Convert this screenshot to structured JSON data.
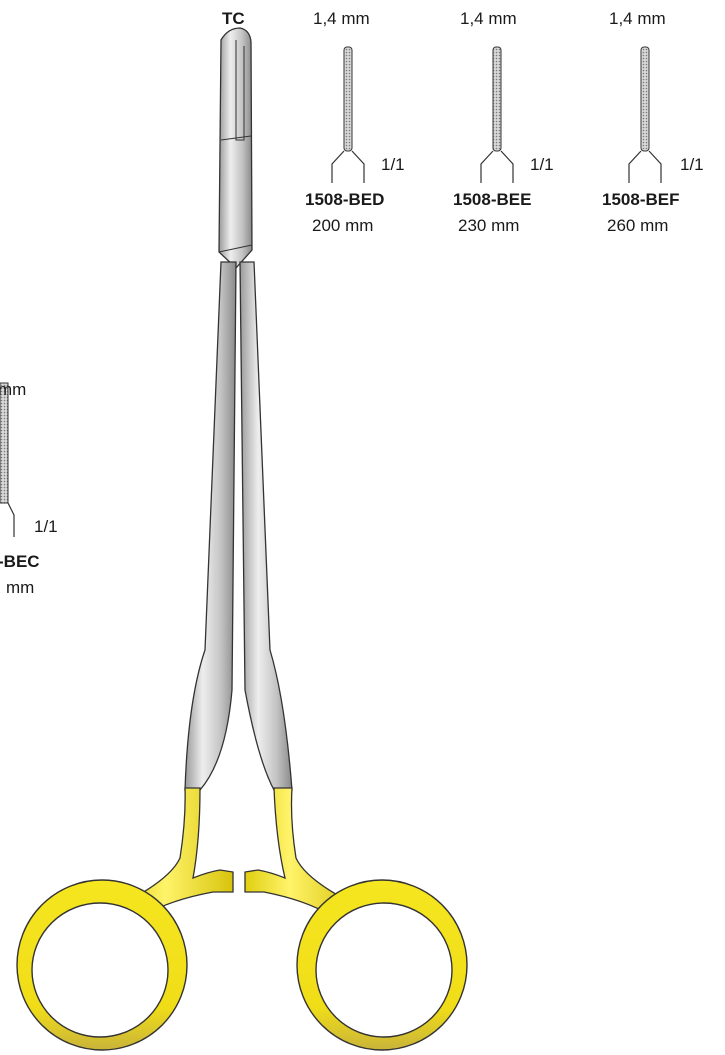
{
  "instrument": {
    "grade_label": "TC",
    "handle_color": "#f0e21c",
    "steel_color": "#c8c8c8"
  },
  "variants": [
    {
      "tip_width": "1,4 mm",
      "scale": "1/1",
      "code": "1508-BED",
      "length": "200 mm"
    },
    {
      "tip_width": "1,4 mm",
      "scale": "1/1",
      "code": "1508-BEE",
      "length": "230 mm"
    },
    {
      "tip_width": "1,4 mm",
      "scale": "1/1",
      "code": "1508-BEF",
      "length": "260 mm"
    }
  ],
  "cropped_variant": {
    "tip_width_fragment": "mm",
    "scale": "1/1",
    "code_fragment": "-BEC",
    "length_fragment": "mm"
  }
}
